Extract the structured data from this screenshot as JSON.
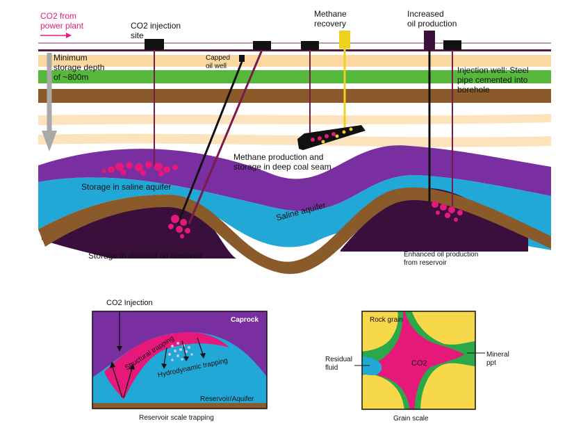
{
  "main": {
    "co2_source": "CO2 from\npower plant",
    "injection_site": "CO2 injection\nsite",
    "min_depth": "Minimum\nstorage depth\nof ~800m",
    "capped_well": "Capped\noil well",
    "methane_recovery": "Methane\nrecovery",
    "increased_oil": "Increased\noil production",
    "injection_well": "Injection well: Steel\npipe cemented into\nborehole",
    "methane_storage": "Methane production and\nstorage in deep coal seam",
    "saline_storage": "Storage in saline aquifer",
    "saline_aquifer": "Saline aquifer",
    "oil_storage": "Storage in disused oil reservoir",
    "enhanced_oil": "Enhanced oil production\nfrom reservoir"
  },
  "reservoir": {
    "injection": "CO2 Injection",
    "caprock": "Caprock",
    "structural": "Structural trapping",
    "hydrodynamic": "Hydrodynamic trapping",
    "aquifer": "Reservoir/Aquifer",
    "caption": "Reservoir scale trapping"
  },
  "grain": {
    "rock_grain": "Rock grain",
    "residual": "Residual\nfluid",
    "co2": "CO2",
    "mineral": "Mineral\nppt",
    "caption": "Grain scale"
  },
  "colors": {
    "co2": "#e6197a",
    "saline": "#22a8d6",
    "caprock": "#7a2fa0",
    "oil_reservoir": "#3a0f3c",
    "rock_grain": "#f7d84a",
    "mineral": "#2aa84a"
  }
}
